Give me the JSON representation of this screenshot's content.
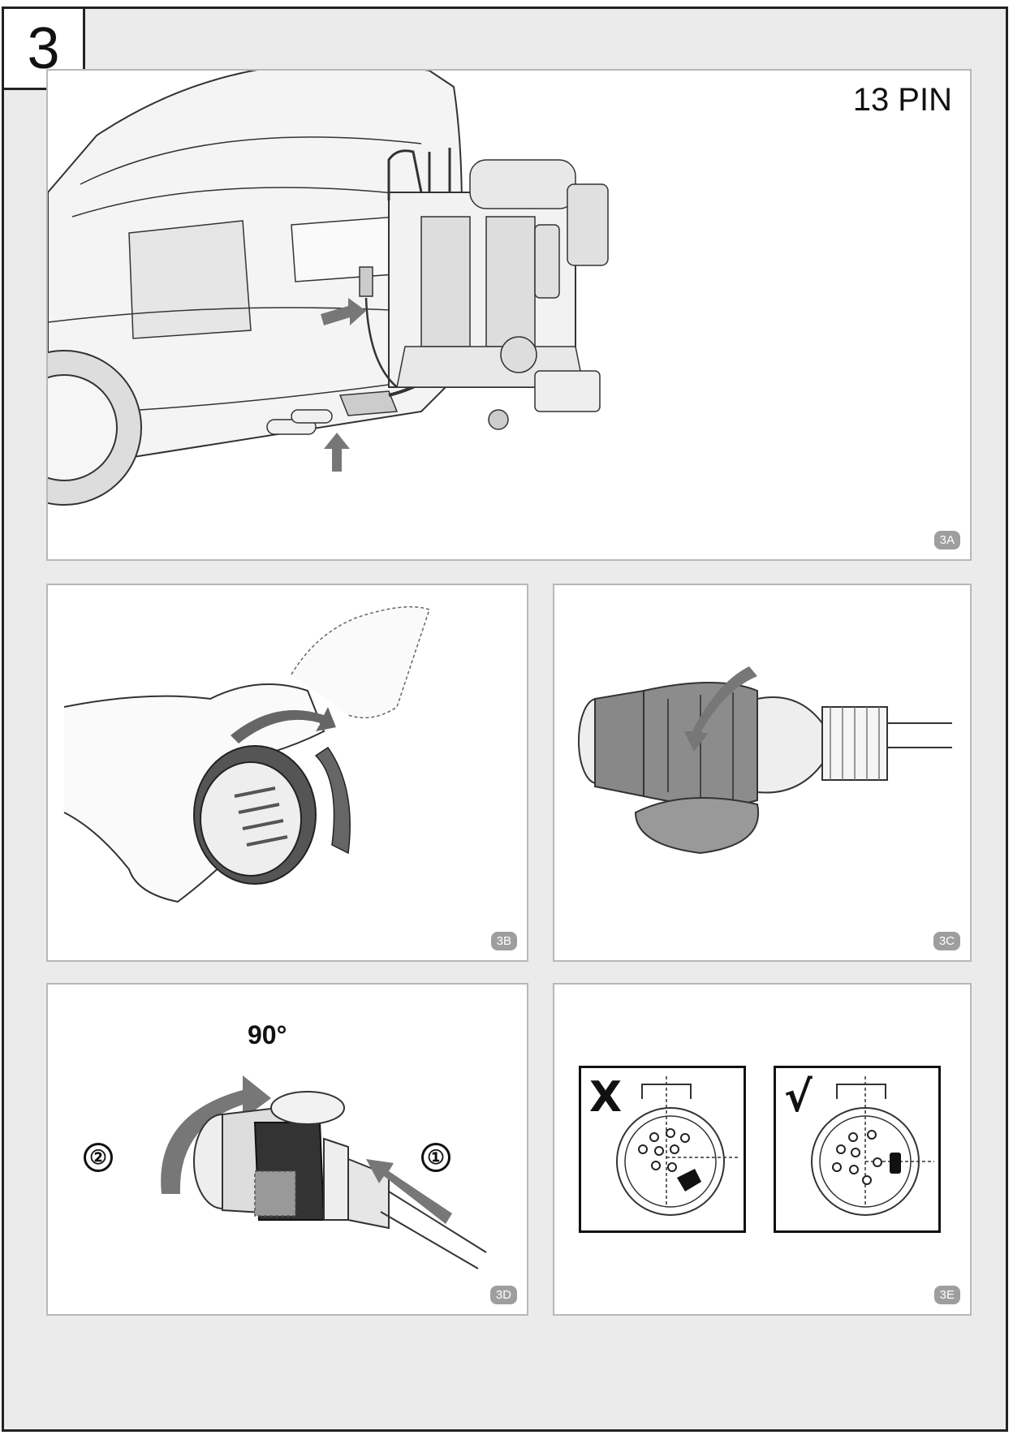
{
  "step_number": "3",
  "panel_3a": {
    "title": "13 PIN",
    "label": "3A"
  },
  "panel_3b": {
    "label": "3B"
  },
  "panel_3c": {
    "label": "3C"
  },
  "panel_3d": {
    "angle": "90°",
    "step_one": "①",
    "step_two": "②",
    "label": "3D"
  },
  "panel_3e": {
    "wrong_mark": "X",
    "correct_mark": "√",
    "label": "3E"
  },
  "colors": {
    "arrow": "#777777",
    "line": "#333333",
    "frame": "#ebebeb"
  }
}
